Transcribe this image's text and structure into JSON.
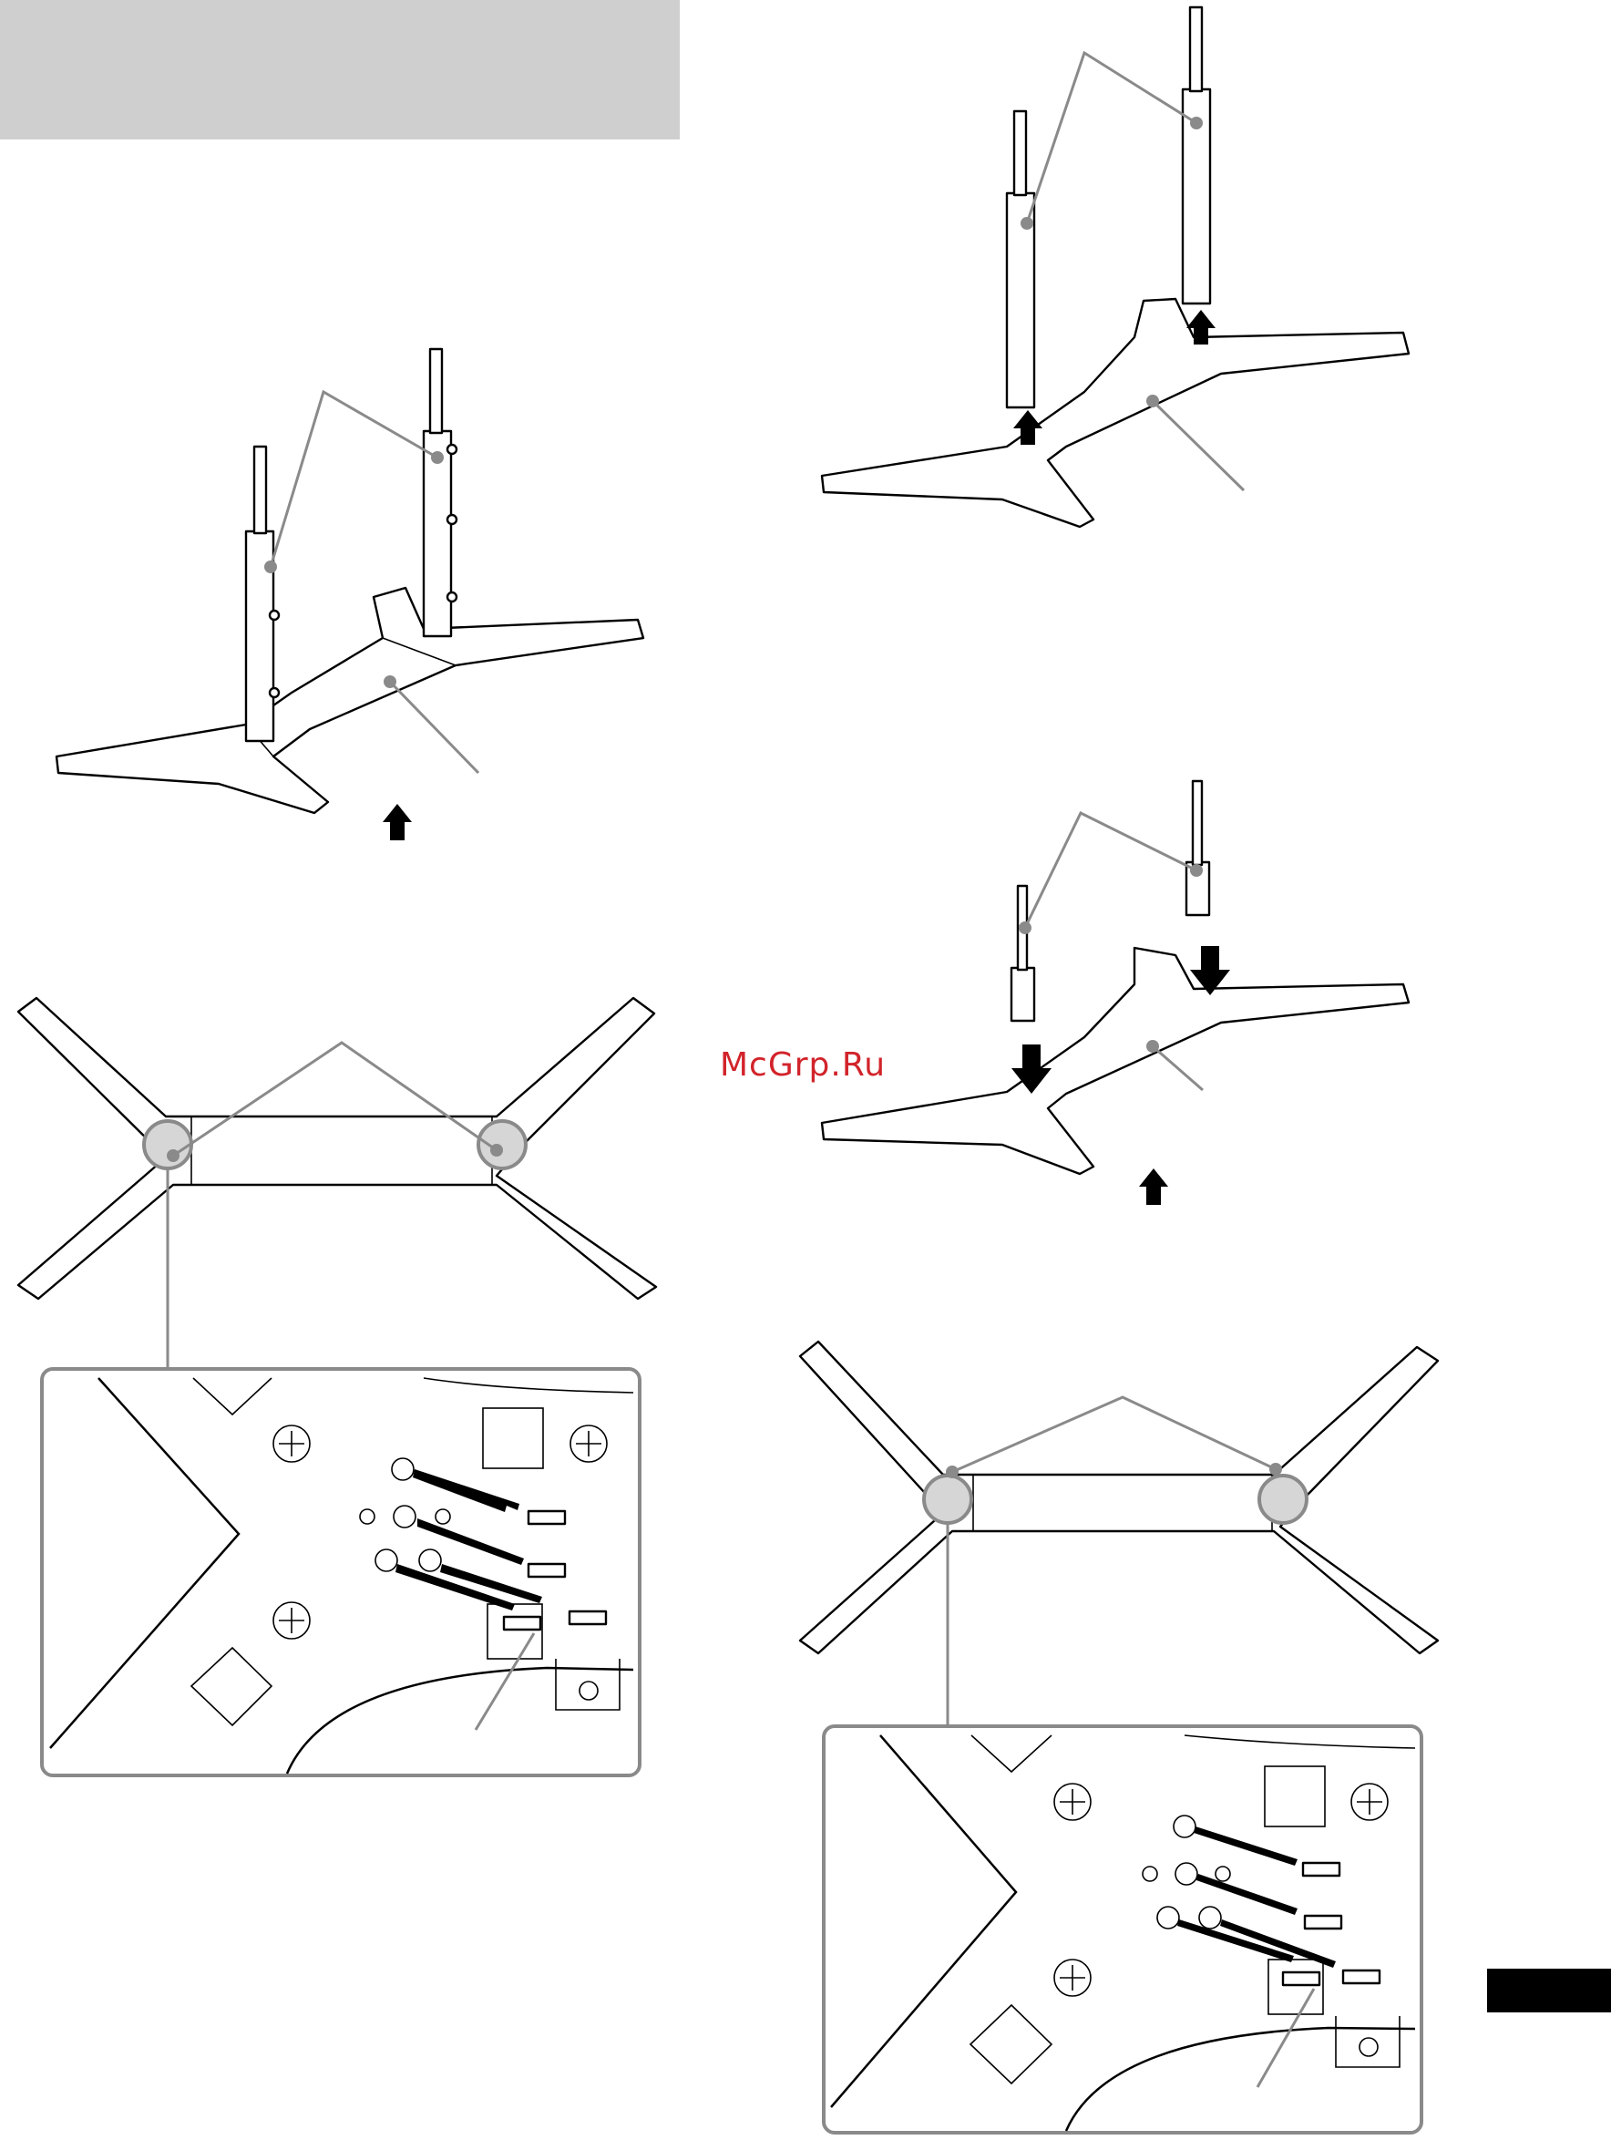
{
  "watermark": {
    "text": "McGrp.Ru",
    "color": "#d2232a"
  },
  "colors": {
    "header_band": "#cfcfcf",
    "callout_gray": "#8a8a8a",
    "page_tab": "#000000"
  },
  "figures": [
    {
      "id": "stand-assembled",
      "icon": "stand-with-posts"
    },
    {
      "id": "stand-posts-removed",
      "icon": "stand-posts-lifted"
    },
    {
      "id": "stand-posts-inserted",
      "icon": "stand-posts-inserting"
    },
    {
      "id": "base-underside-left",
      "icon": "x-base-bottom-view"
    },
    {
      "id": "screw-detail-left",
      "icon": "screw-removal-detail"
    },
    {
      "id": "base-underside-right",
      "icon": "x-base-bottom-view"
    },
    {
      "id": "screw-detail-right",
      "icon": "screw-insertion-detail"
    }
  ]
}
